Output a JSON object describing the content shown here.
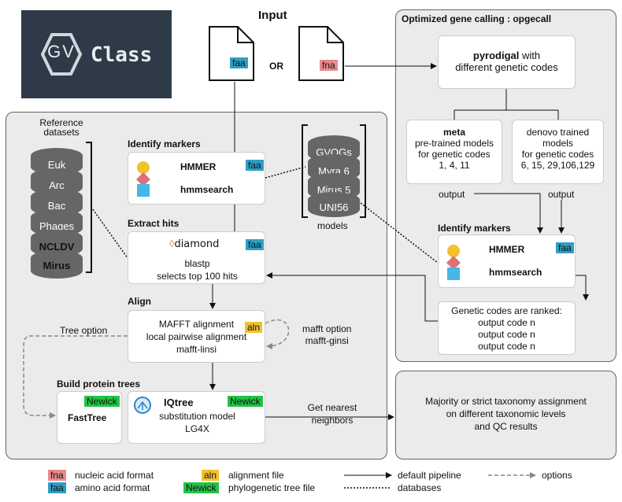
{
  "logo": {
    "gv": "GV",
    "class": "Class"
  },
  "input": {
    "title": "Input",
    "or": "OR",
    "faa_tag": "faa",
    "fna_tag": "fna"
  },
  "opgecall": {
    "title": "Optimized gene calling : opgecall",
    "pyrodigal_bold": "pyrodigal",
    "pyrodigal_rest": " with",
    "pyrodigal_line2": "different genetic codes",
    "meta_title": "meta",
    "meta_lines": [
      "pre-trained models",
      "for genetic codes",
      "1, 4, 11"
    ],
    "denovo_lines": [
      "denovo trained",
      "models",
      "for genetic codes",
      "6, 15, 29,106,129"
    ],
    "output1": "output",
    "output2": "output",
    "identify_title": "Identify markers",
    "hmmer": "HMMER",
    "hmmsearch": "hmmsearch",
    "faa_tag": "faa",
    "ranked_title": "Genetic codes are ranked:",
    "ranked_lines": [
      "output code n",
      "output code n",
      "output code n"
    ]
  },
  "pipeline": {
    "ref_title": "Reference",
    "ref_title2": "datasets",
    "ref_items": [
      "Euk",
      "Arc",
      "Bac",
      "Phages",
      "NCLDV",
      "Mirus"
    ],
    "identify_title": "Identify markers",
    "hmmer": "HMMER",
    "hmmsearch": "hmmsearch",
    "faa_tag": "faa",
    "model_items": [
      "GVOGs",
      "Myra 6",
      "Mirus 5",
      "UNI56"
    ],
    "models_label": "models",
    "extract_title": "Extract hits",
    "diamond": "diamond",
    "blastp": "blastp",
    "selects": "selects top 100 hits",
    "faa_tag2": "faa",
    "align_title": "Align",
    "align_lines": [
      "MAFFT alignment",
      "local pairwise alignment",
      "mafft-linsi"
    ],
    "aln_tag": "aln",
    "mafft_option": "mafft option",
    "mafft_ginsi": "mafft-ginsi",
    "tree_option": "Tree option",
    "trees_title": "Build protein trees",
    "fasttree": "FastTree",
    "newick1": "Newick",
    "iqtree": "IQtree",
    "newick2": "Newick",
    "subst_lines": [
      "substitution model",
      "LG4X"
    ],
    "nearest_lines": [
      "Get nearest",
      "neighbors"
    ]
  },
  "result": {
    "lines": [
      "Majority or strict taxonomy assignment",
      "on different taxonomic levels",
      "and QC results"
    ]
  },
  "legend": {
    "fna_tag": "fna",
    "fna_text": "nucleic acid format",
    "faa_tag": "faa",
    "faa_text": "amino acid format",
    "aln_tag": "aln",
    "aln_text": "alignment file",
    "nwk_tag": "Newick",
    "nwk_text": "phylogenetic tree file",
    "default_text": "default pipeline",
    "db_text": "databases",
    "options_text": "options"
  },
  "colors": {
    "faa": "#2f9fc4",
    "fna": "#e88a8a",
    "aln": "#f2c12e",
    "newick": "#22c447",
    "hmm_circle": "#f2c12e",
    "hmm_diamond": "#d9737a",
    "hmm_square": "#45b8e3",
    "disk": "#666666",
    "logo_bg": "#2e3a47"
  }
}
